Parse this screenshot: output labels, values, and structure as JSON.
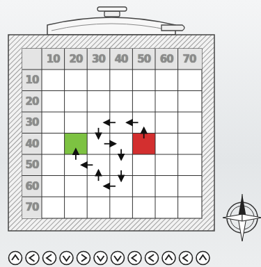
{
  "diagram": {
    "labels": [
      "10",
      "20",
      "30",
      "40",
      "50",
      "60",
      "70",
      "10",
      "20",
      "30",
      "40",
      "50",
      "60",
      "70"
    ]
  }
}
